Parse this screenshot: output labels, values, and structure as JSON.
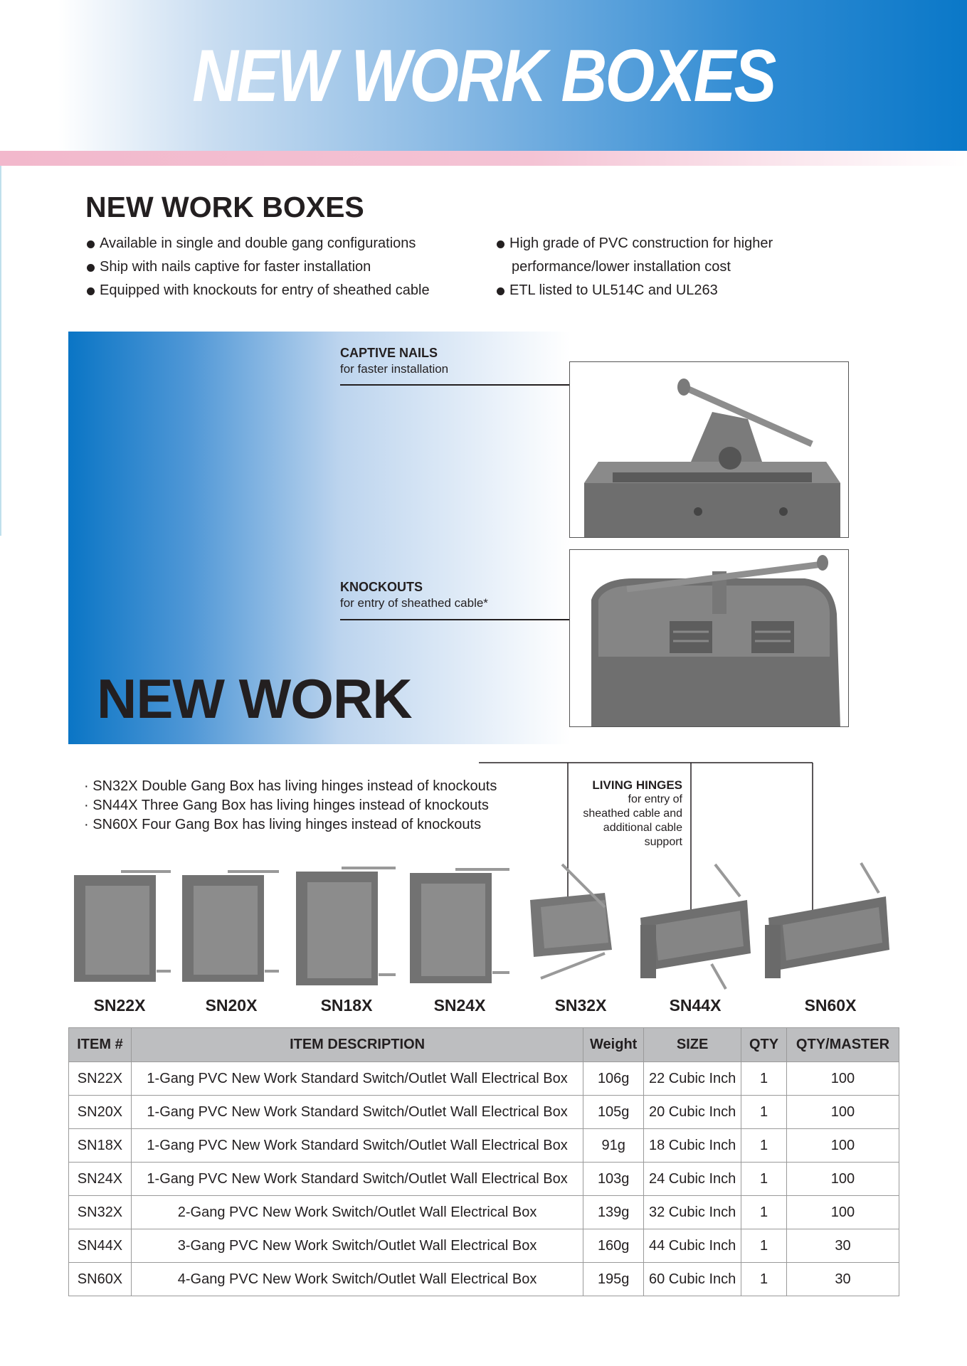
{
  "banner": {
    "title": "NEW WORK BOXES"
  },
  "intro": {
    "title": "NEW WORK BOXES",
    "bullets_left": [
      "Available in single and double gang configurations",
      "Ship with nails captive for faster installation",
      "Equipped with knockouts for entry of sheathed cable"
    ],
    "bullets_right": [
      "High grade of PVC construction for higher",
      "performance/lower installation cost",
      "ETL listed to UL514C and UL263"
    ]
  },
  "feature": {
    "heading": "NEW WORK",
    "captive_nails": {
      "title": "CAPTIVE NAILS",
      "sub": "for faster installation"
    },
    "knockouts": {
      "title": "KNOCKOUTS",
      "sub": "for entry of sheathed cable*"
    }
  },
  "hinges": {
    "notes": [
      "· SN32X Double Gang Box has living hinges instead of knockouts",
      "· SN44X Three Gang Box has living hinges instead of knockouts",
      "· SN60X Four Gang Box has living hinges instead of knockouts"
    ],
    "label_title": "LIVING HINGES",
    "label_lines": [
      "for entry of",
      "sheathed cable and",
      "additional cable",
      "support"
    ]
  },
  "products": [
    "SN22X",
    "SN20X",
    "SN18X",
    "SN24X",
    "SN32X",
    "SN44X",
    "SN60X"
  ],
  "table": {
    "headers": [
      "ITEM #",
      "ITEM DESCRIPTION",
      "Weight",
      "SIZE",
      "QTY",
      "QTY/MASTER"
    ],
    "rows": [
      [
        "SN22X",
        "1-Gang PVC New Work Standard Switch/Outlet Wall Electrical Box",
        "106g",
        "22 Cubic Inch",
        "1",
        "100"
      ],
      [
        "SN20X",
        "1-Gang PVC New Work Standard Switch/Outlet Wall Electrical Box",
        "105g",
        "20 Cubic Inch",
        "1",
        "100"
      ],
      [
        "SN18X",
        "1-Gang PVC New Work Standard Switch/Outlet Wall Electrical Box",
        "91g",
        "18 Cubic Inch",
        "1",
        "100"
      ],
      [
        "SN24X",
        "1-Gang PVC New Work Standard Switch/Outlet Wall Electrical Box",
        "103g",
        "24 Cubic Inch",
        "1",
        "100"
      ],
      [
        "SN32X",
        "2-Gang PVC New Work Switch/Outlet Wall Electrical Box",
        "139g",
        "32 Cubic Inch",
        "1",
        "100"
      ],
      [
        "SN44X",
        "3-Gang PVC New Work Switch/Outlet Wall Electrical Box",
        "160g",
        "44 Cubic Inch",
        "1",
        "30"
      ],
      [
        "SN60X",
        "4-Gang PVC New Work Switch/Outlet Wall Electrical Box",
        "195g",
        "60 Cubic Inch",
        "1",
        "30"
      ]
    ]
  }
}
